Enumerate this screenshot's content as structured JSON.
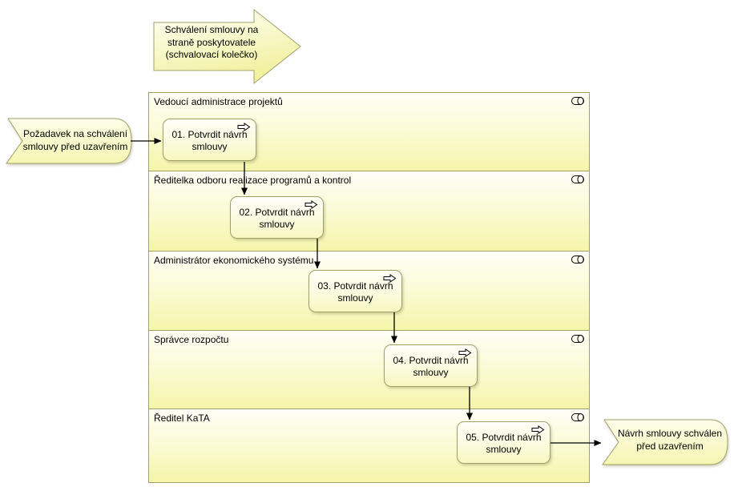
{
  "diagram": {
    "banner": {
      "label": "Schválení smlouvy na straně poskytovatele (schvalovací kolečko)"
    },
    "start_event": {
      "label": "Požadavek na schválení smlouvy před uzavřením"
    },
    "end_event": {
      "label": "Návrh smlouvy schválen před uzavřením"
    },
    "lanes": [
      {
        "role": "Vedoucí administrace projektů",
        "task": "01. Potvrdit návrh smlouvy"
      },
      {
        "role": "Ředitelka odboru realizace programů a kontrol",
        "task": "02. Potvrdit návrh smlouvy"
      },
      {
        "role": "Administrátor ekonomického systému",
        "task": "03. Potvrdit návrh smlouvy"
      },
      {
        "role": "Správce rozpočtu",
        "task": "04. Potvrdit návrh smlouvy"
      },
      {
        "role": "Ředitel KaTA",
        "task": "05. Potvrdit návrh smlouvy"
      }
    ],
    "icons": {
      "lane_icon": "business-role-cylinder",
      "task_icon": "process-right-arrow-outline"
    },
    "colors": {
      "border_olive": "#A0A069",
      "fill_light": "#FEFEF7",
      "fill_yellow": "#F5F5AA",
      "connector": "#000000",
      "background": "#FFFFFF"
    }
  }
}
